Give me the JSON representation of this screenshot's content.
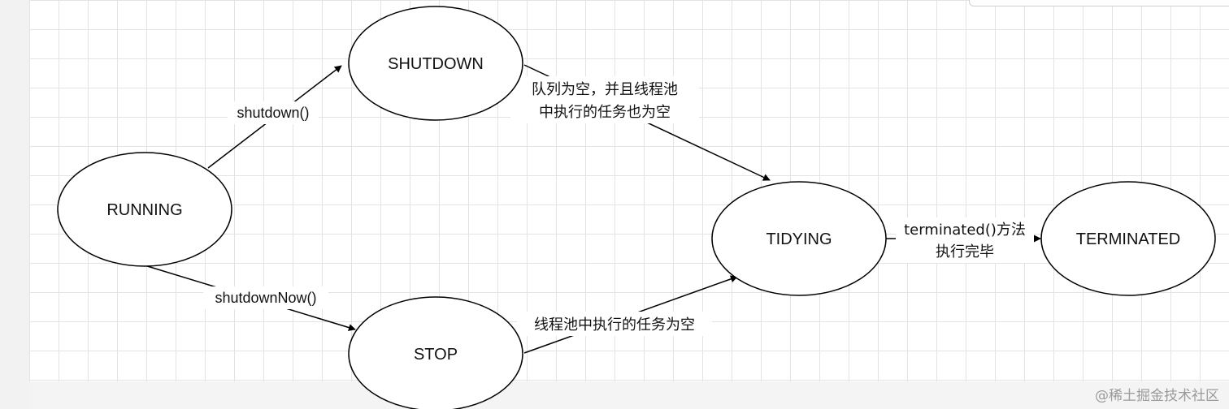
{
  "diagram": {
    "nodes": {
      "running": "RUNNING",
      "shutdown": "SHUTDOWN",
      "stop": "STOP",
      "tidying": "TIDYING",
      "terminated": "TERMINATED"
    },
    "edges": {
      "running_to_shutdown": "shutdown()",
      "running_to_stop": "shutdownNow()",
      "shutdown_to_tidying_line1": "队列为空，并且线程池",
      "shutdown_to_tidying_line2": "中执行的任务也为空",
      "stop_to_tidying": "线程池中执行的任务为空",
      "tidying_to_terminated_line1": "terminated()方法",
      "tidying_to_terminated_line2": "执行完毕"
    }
  },
  "watermark": "@稀土掘金技术社区"
}
